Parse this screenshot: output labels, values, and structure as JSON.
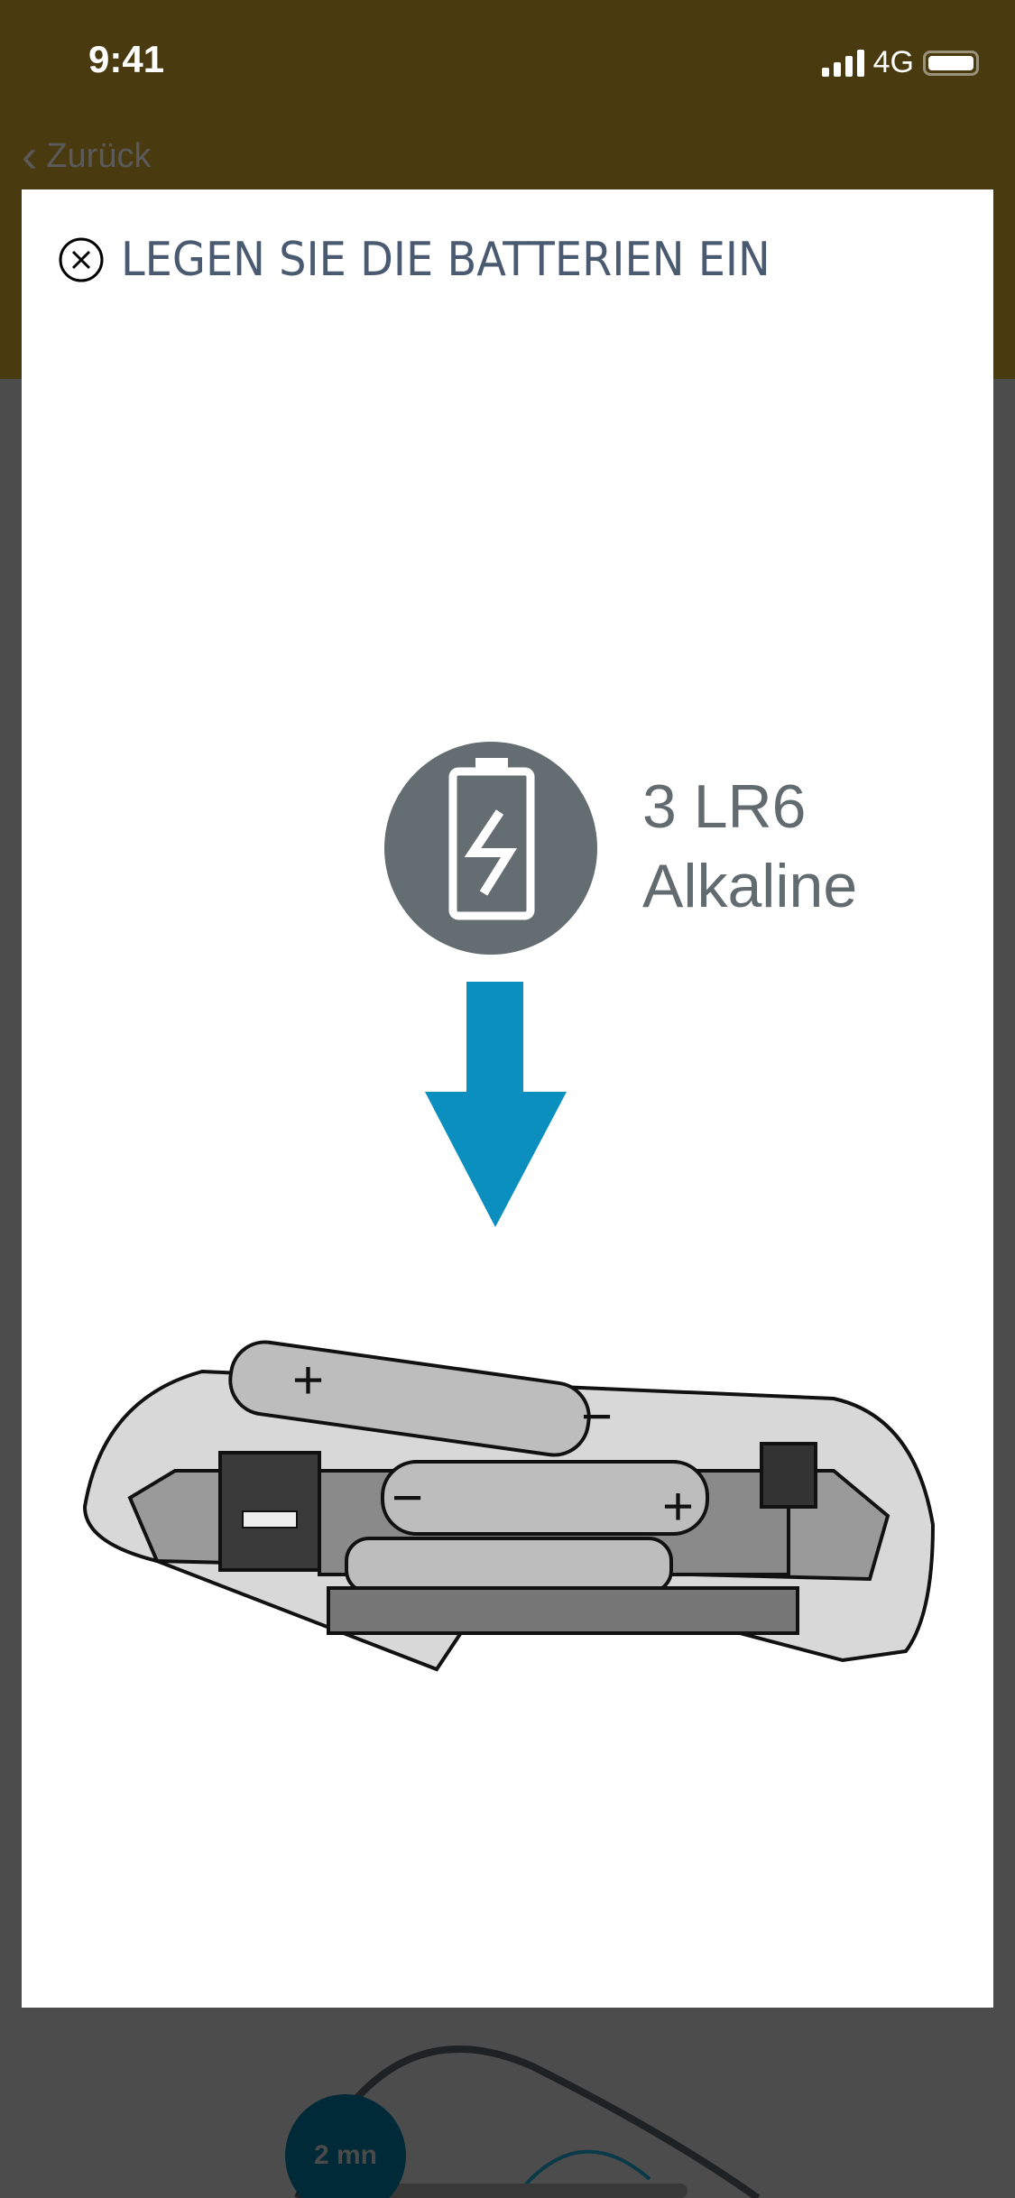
{
  "status_bar": {
    "time": "9:41",
    "network": "4G"
  },
  "nav": {
    "back_label": "Zurück"
  },
  "modal": {
    "title": "LEGEN SIE DIE BATTERIEN EIN",
    "battery_count": "3 LR6",
    "battery_type": "Alkaline"
  },
  "background": {
    "timer_label": "2 mn"
  },
  "colors": {
    "header": "#4a3a10",
    "title": "#4a5a70",
    "arrow": "#0a8fbf",
    "icon_circle": "#636d72"
  }
}
